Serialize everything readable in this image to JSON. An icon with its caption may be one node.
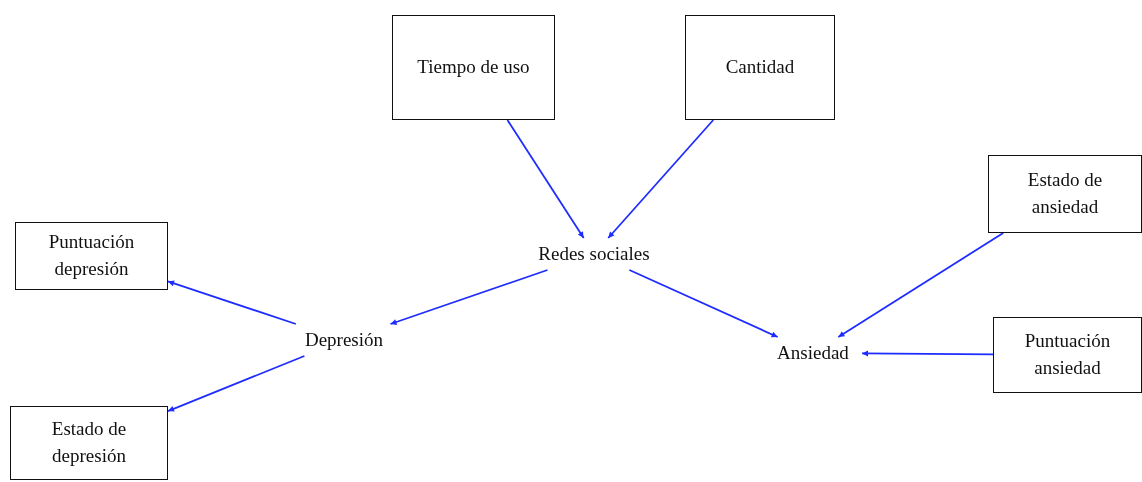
{
  "diagram": {
    "nodes": [
      {
        "text": [
          "Tiempo de uso"
        ]
      },
      {
        "text": [
          "Cantidad"
        ]
      },
      {
        "text": [
          "Redes sociales"
        ]
      },
      {
        "text": [
          "Estado de ansiedad"
        ]
      },
      {
        "text": [
          "Puntuación depresión"
        ]
      },
      {
        "text": [
          "Depresión"
        ]
      },
      {
        "text": [
          "Ansiedad"
        ]
      },
      {
        "text": [
          "Puntuación ansiedad"
        ]
      },
      {
        "text": [
          "Estado de depresión"
        ]
      }
    ],
    "edges": [
      {
        "from": 0,
        "to": 2,
        "arrow": "to"
      },
      {
        "from": 1,
        "to": 2,
        "arrow": "to"
      },
      {
        "from": 2,
        "to": 5,
        "arrow": "to"
      },
      {
        "from": 2,
        "to": 6,
        "arrow": "to"
      },
      {
        "from": 5,
        "to": 4,
        "arrow": "to"
      },
      {
        "from": 5,
        "to": 8,
        "arrow": "to"
      },
      {
        "from": 3,
        "to": 6,
        "arrow": "to"
      },
      {
        "from": 7,
        "to": 6,
        "arrow": "to"
      }
    ]
  }
}
